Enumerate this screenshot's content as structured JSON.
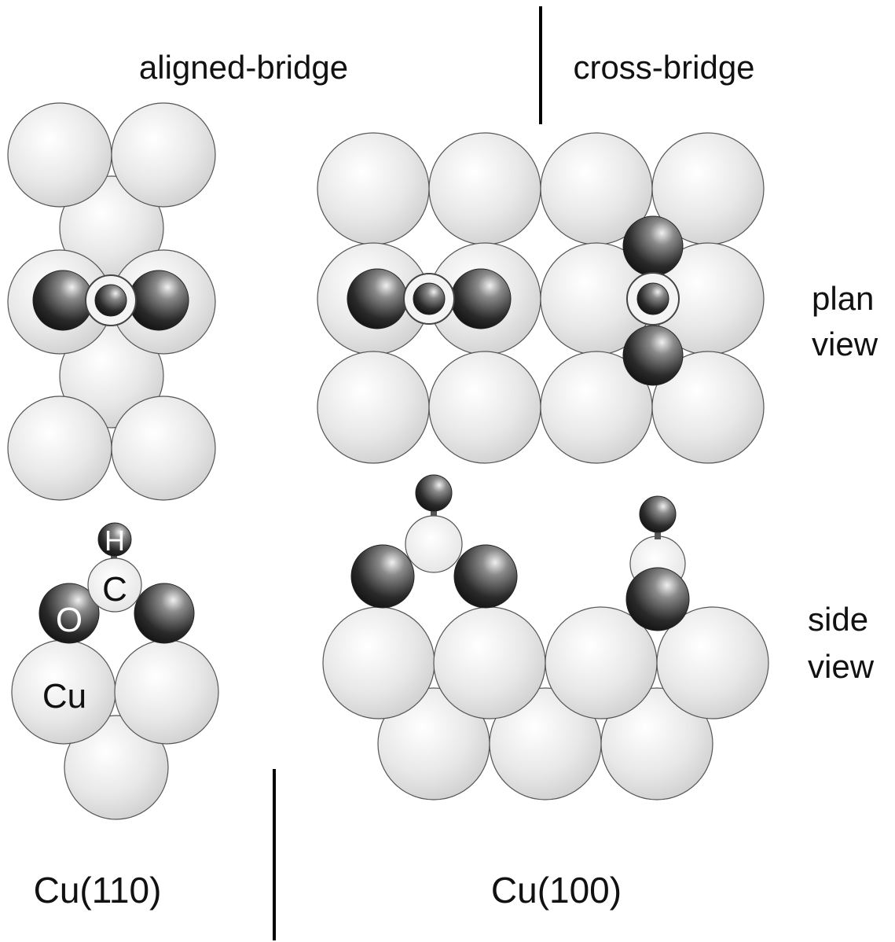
{
  "headings": {
    "aligned": "aligned-bridge",
    "cross": "cross-bridge"
  },
  "views": {
    "plan_line1": "plan",
    "plan_line2": "view",
    "side_line1": "side",
    "side_line2": "view"
  },
  "surfaces": {
    "left": "Cu(110)",
    "right": "Cu(100)"
  },
  "atom_labels": {
    "hydrogen": "H",
    "carbon": "C",
    "oxygen": "O",
    "copper": "Cu"
  },
  "colors": {
    "copper": "#e6e6e6",
    "oxygen": "#2a2a2a",
    "carbon": "#f2f2f2",
    "hydrogen": "#333333",
    "divider": "#000000"
  }
}
